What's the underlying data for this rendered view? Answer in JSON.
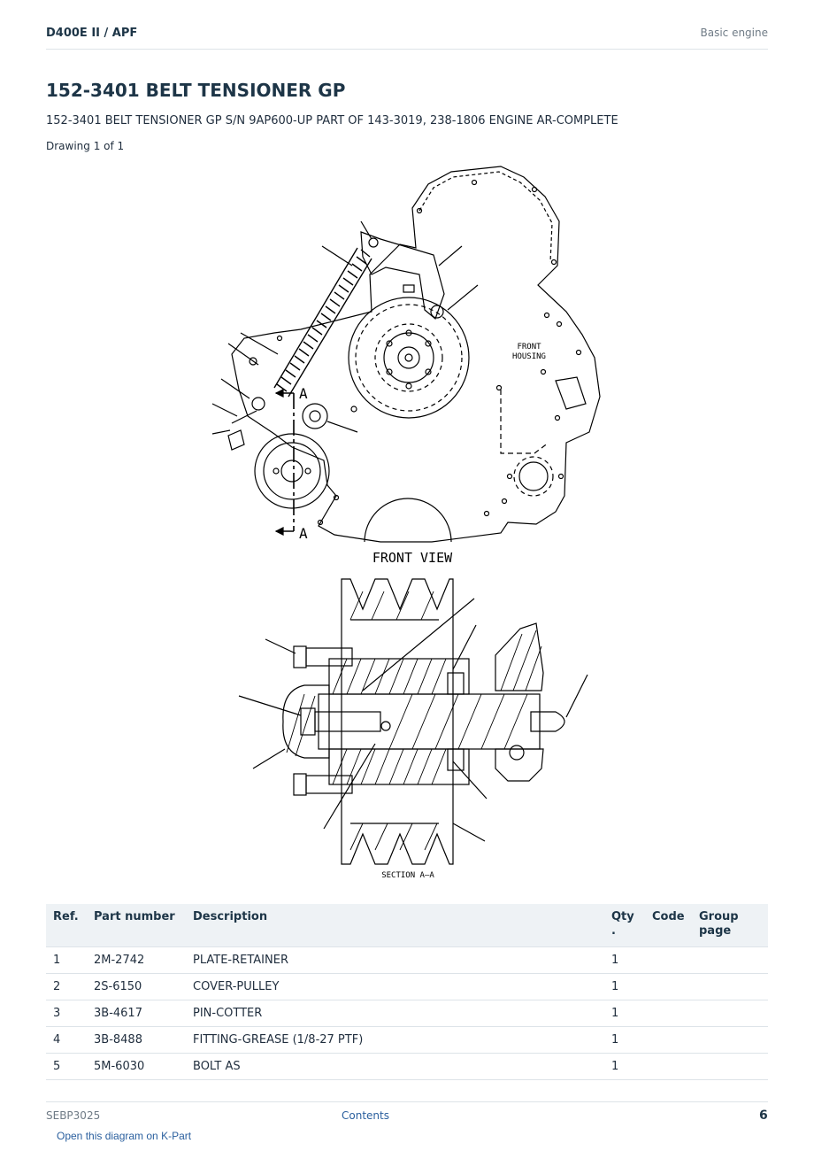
{
  "header": {
    "model": "D400E II  /  APF",
    "section": "Basic engine"
  },
  "title": "152-3401 BELT TENSIONER GP",
  "subtitle": "152-3401 BELT TENSIONER GP S/N 9AP600-UP PART OF 143-3019, 238-1806 ENGINE AR-COMPLETE",
  "drawing_label": "Drawing 1 of 1",
  "drawing": {
    "front_housing_line1": "FRONT",
    "front_housing_line2": "HOUSING",
    "section_marker": "A",
    "front_view_caption": "FRONT VIEW",
    "section_caption": "SECTION A–A"
  },
  "table": {
    "columns": {
      "ref": "Ref.",
      "part_number": "Part number",
      "description": "Description",
      "qty_line1": "Qty",
      "qty_line2": ".",
      "code": "Code",
      "group_line1": "Group",
      "group_line2": "page"
    },
    "rows": [
      {
        "ref": "1",
        "part_number": "2M-2742",
        "description": "PLATE-RETAINER",
        "qty": "1",
        "code": "",
        "group_page": ""
      },
      {
        "ref": "2",
        "part_number": "2S-6150",
        "description": "COVER-PULLEY",
        "qty": "1",
        "code": "",
        "group_page": ""
      },
      {
        "ref": "3",
        "part_number": "3B-4617",
        "description": "PIN-COTTER",
        "qty": "1",
        "code": "",
        "group_page": ""
      },
      {
        "ref": "4",
        "part_number": "3B-8488",
        "description": "FITTING-GREASE (1/8-27 PTF)",
        "qty": "1",
        "code": "",
        "group_page": ""
      },
      {
        "ref": "5",
        "part_number": "5M-6030",
        "description": "BOLT AS",
        "qty": "1",
        "code": "",
        "group_page": ""
      }
    ]
  },
  "footer": {
    "doc_id": "SEBP3025",
    "contents_link": "Contents",
    "page_number": "6",
    "kpart_link": "Open this diagram on K-Part"
  }
}
